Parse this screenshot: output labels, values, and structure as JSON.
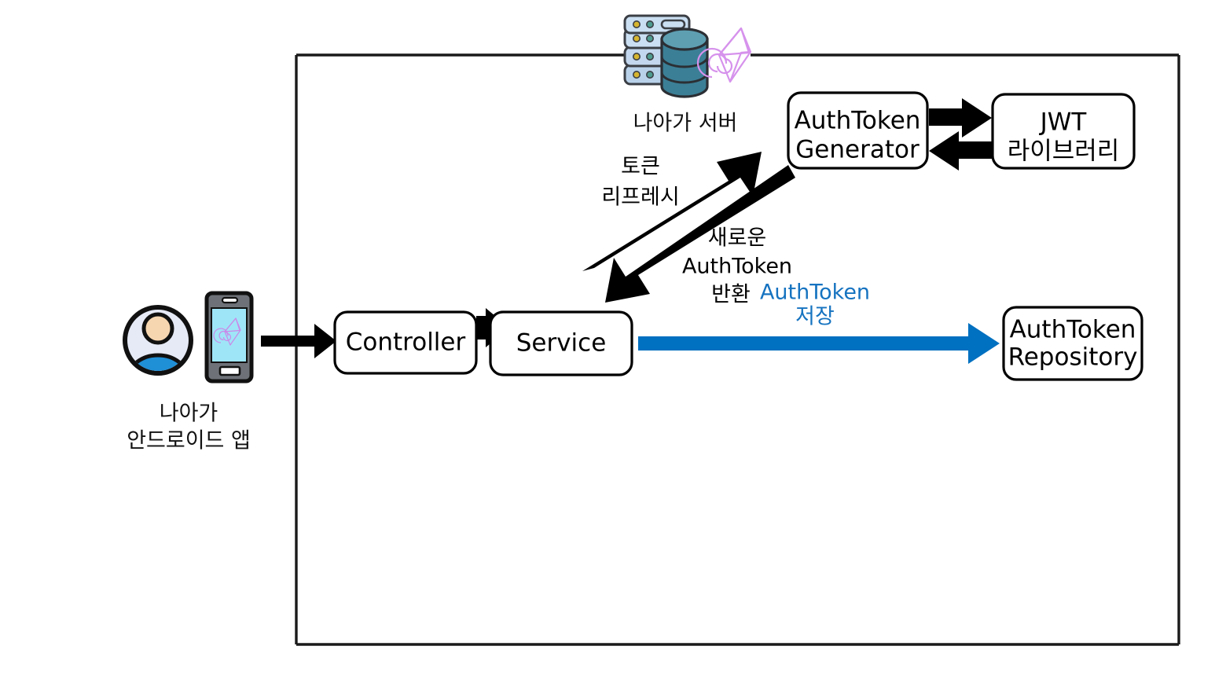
{
  "diagram": {
    "title_present": false,
    "colors": {
      "black": "#000000",
      "blue_arrow": "#0070c0",
      "blue_text": "#1673c0",
      "server_rack_light": "#cfe0f2",
      "server_rack_mid": "#a9c7e4",
      "database_teal": "#3b7f96",
      "avatar_circle": "#e6eaf6",
      "avatar_head": "#f6d6b0",
      "avatar_body": "#1f8fd6",
      "phone_frame": "#6e7278",
      "phone_screen": "#9fe5f8",
      "logo_purple": "#d08ae8"
    },
    "actor": {
      "name": "android-app-actor",
      "caption_line1": "나아가",
      "caption_line2": "안드로이드 앱",
      "icons": [
        "user-avatar-icon",
        "smartphone-icon"
      ]
    },
    "server_group": {
      "name": "naaga-server-boundary",
      "icon": "server-database-icon",
      "label": "나아가 서버"
    },
    "nodes": [
      {
        "id": "controller",
        "name": "controller-node",
        "lines": [
          "Controller"
        ]
      },
      {
        "id": "service",
        "name": "service-node",
        "lines": [
          "Service"
        ]
      },
      {
        "id": "authtoken_gen",
        "name": "authtoken-generator-node",
        "lines": [
          "AuthToken",
          "Generator"
        ]
      },
      {
        "id": "jwt_library",
        "name": "jwt-library-node",
        "lines": [
          "JWT",
          "라이브러리"
        ]
      },
      {
        "id": "authtoken_repo",
        "name": "authtoken-repository-node",
        "lines": [
          "AuthToken",
          "Repository"
        ]
      }
    ],
    "edges": [
      {
        "id": "app_to_controller",
        "name": "edge-app-to-controller",
        "from": "android-app-actor",
        "to": "controller",
        "color": "#000000",
        "label_lines": []
      },
      {
        "id": "controller_to_service",
        "name": "edge-controller-to-service",
        "from": "controller",
        "to": "service",
        "color": "#000000",
        "label_lines": []
      },
      {
        "id": "service_to_generator",
        "name": "edge-service-to-generator",
        "from": "service",
        "to": "authtoken_gen",
        "color": "#000000",
        "label_lines": [
          "토큰",
          "리프레시"
        ]
      },
      {
        "id": "generator_to_service",
        "name": "edge-generator-to-service",
        "from": "authtoken_gen",
        "to": "service",
        "color": "#000000",
        "label_lines": [
          "새로운",
          "AuthToken",
          "반환"
        ]
      },
      {
        "id": "generator_to_jwt",
        "name": "edge-generator-to-jwt-library",
        "from": "authtoken_gen",
        "to": "jwt_library",
        "color": "#000000",
        "label_lines": []
      },
      {
        "id": "jwt_to_generator",
        "name": "edge-jwt-library-to-generator",
        "from": "jwt_library",
        "to": "authtoken_gen",
        "color": "#000000",
        "label_lines": []
      },
      {
        "id": "service_to_repository",
        "name": "edge-service-to-repository",
        "from": "service",
        "to": "authtoken_repo",
        "color": "#0070c0",
        "label_lines": [
          "AuthToken",
          "저장"
        ]
      }
    ],
    "labels": {
      "token_refresh_l1": "토큰",
      "token_refresh_l2": "리프레시",
      "new_token_l1": "새로운",
      "new_token_l2": "AuthToken",
      "new_token_l3": "반환",
      "store_token_l1": "AuthToken",
      "store_token_l2": "저장"
    }
  }
}
